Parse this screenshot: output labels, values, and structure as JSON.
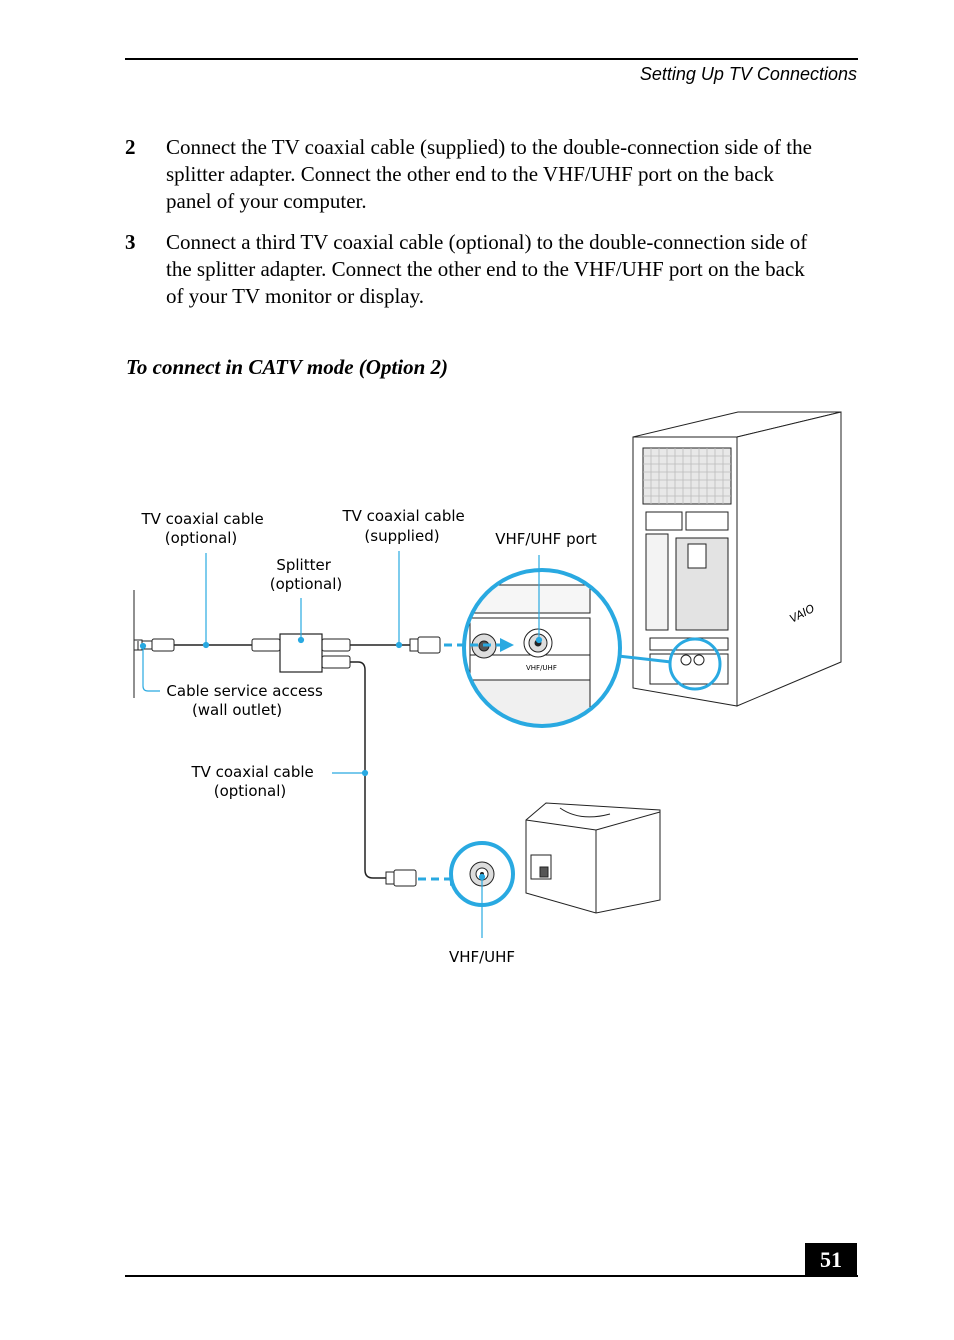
{
  "header": {
    "running_title": "Setting Up TV Connections"
  },
  "steps": [
    {
      "number": "2",
      "lines": [
        "Connect the TV coaxial cable (supplied) to the double-connection side of the",
        "splitter adapter. Connect the other end to the VHF/UHF port on the back",
        "panel of your computer."
      ]
    },
    {
      "number": "3",
      "lines": [
        "Connect a third TV coaxial cable (optional) to the double-connection side of",
        "the splitter adapter. Connect the other end to the VHF/UHF port on the back",
        "of your TV monitor or display."
      ]
    }
  ],
  "section_heading": "To connect in CATV mode (Option 2)",
  "figure": {
    "labels": {
      "coax_optional_1": [
        "TV coaxial cable",
        "(optional)"
      ],
      "coax_supplied": [
        "TV coaxial cable",
        "(supplied)"
      ],
      "vhf_uhf_port": "VHF/UHF port",
      "splitter": [
        "Splitter",
        "(optional)"
      ],
      "wall_outlet": [
        "Cable service access",
        "(wall outlet)"
      ],
      "coax_optional_2": [
        "TV coaxial cable",
        "(optional)"
      ],
      "tv_vhf_uhf": "VHF/UHF",
      "port_marking": "VHF/UHF",
      "brand_logo": "VAIO"
    },
    "accent_color": "#29a9e1"
  },
  "footer": {
    "page_number": "51"
  }
}
